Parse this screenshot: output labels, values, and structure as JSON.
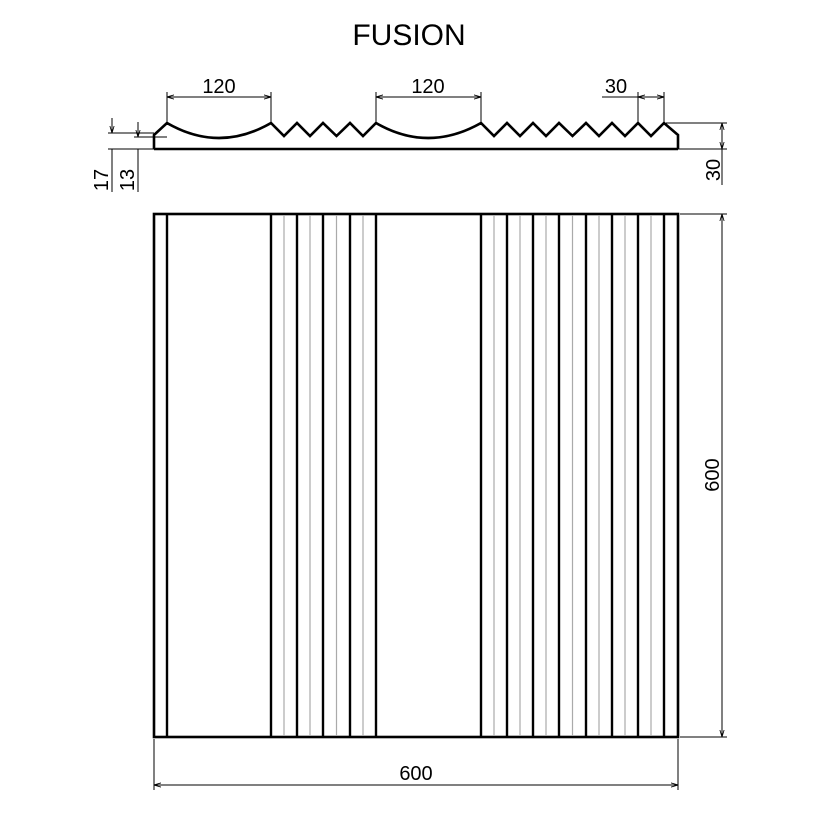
{
  "title": "FUSION",
  "profile_dimensions": {
    "wave_width_1": "120",
    "wave_width_2": "120",
    "tooth_pitch": "30",
    "total_thickness": "30",
    "edge_height_outer": "17",
    "edge_height_inner": "13"
  },
  "front_dimensions": {
    "height": "600",
    "width": "600"
  }
}
